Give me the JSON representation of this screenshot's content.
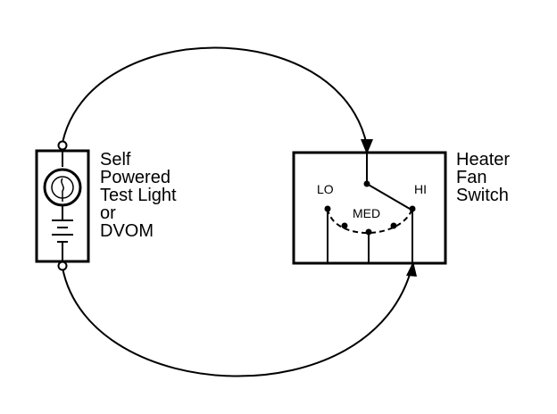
{
  "tester": {
    "lines": [
      "Self",
      "Powered",
      "Test Light",
      "or",
      "DVOM"
    ]
  },
  "switch": {
    "lines": [
      "Heater",
      "Fan",
      "Switch"
    ],
    "positions": {
      "lo": "LO",
      "med": "MED",
      "hi": "HI"
    }
  },
  "colors": {
    "ink": "#000000",
    "background": "#ffffff"
  }
}
